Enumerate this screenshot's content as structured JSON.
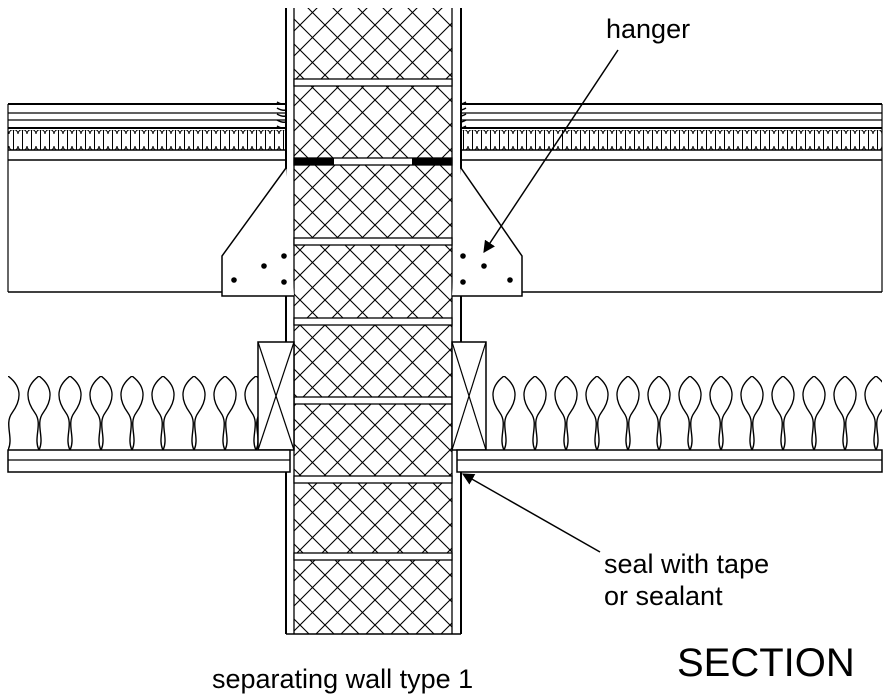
{
  "labels": {
    "hanger": "hanger",
    "seal_line_1": "seal with tape",
    "seal_line_2": "or sealant",
    "wall_caption": "separating wall type 1",
    "section_title": "SECTION"
  },
  "colors": {
    "ink": "#000000",
    "paper": "#ffffff"
  }
}
